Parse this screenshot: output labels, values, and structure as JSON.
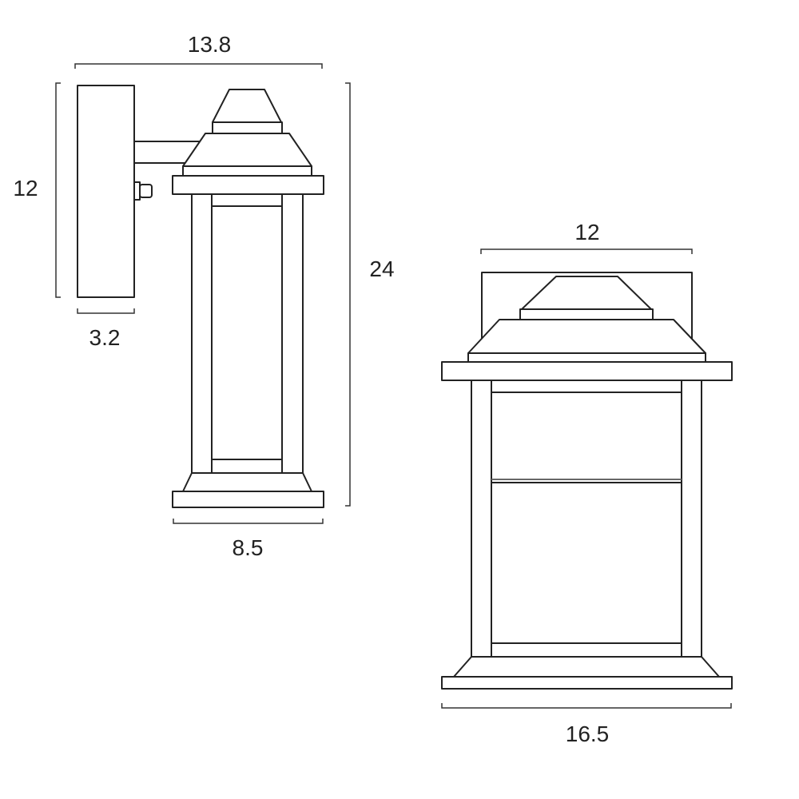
{
  "views": {
    "side": {
      "dimensions": {
        "overall_depth": "13.8",
        "backplate_height": "12",
        "backplate_depth": "3.2",
        "overall_height": "24",
        "body_width": "8.5"
      }
    },
    "front": {
      "dimensions": {
        "backplate_width": "12",
        "overall_width": "16.5"
      }
    }
  },
  "colors": {
    "line": "#222222",
    "background": "#ffffff"
  }
}
